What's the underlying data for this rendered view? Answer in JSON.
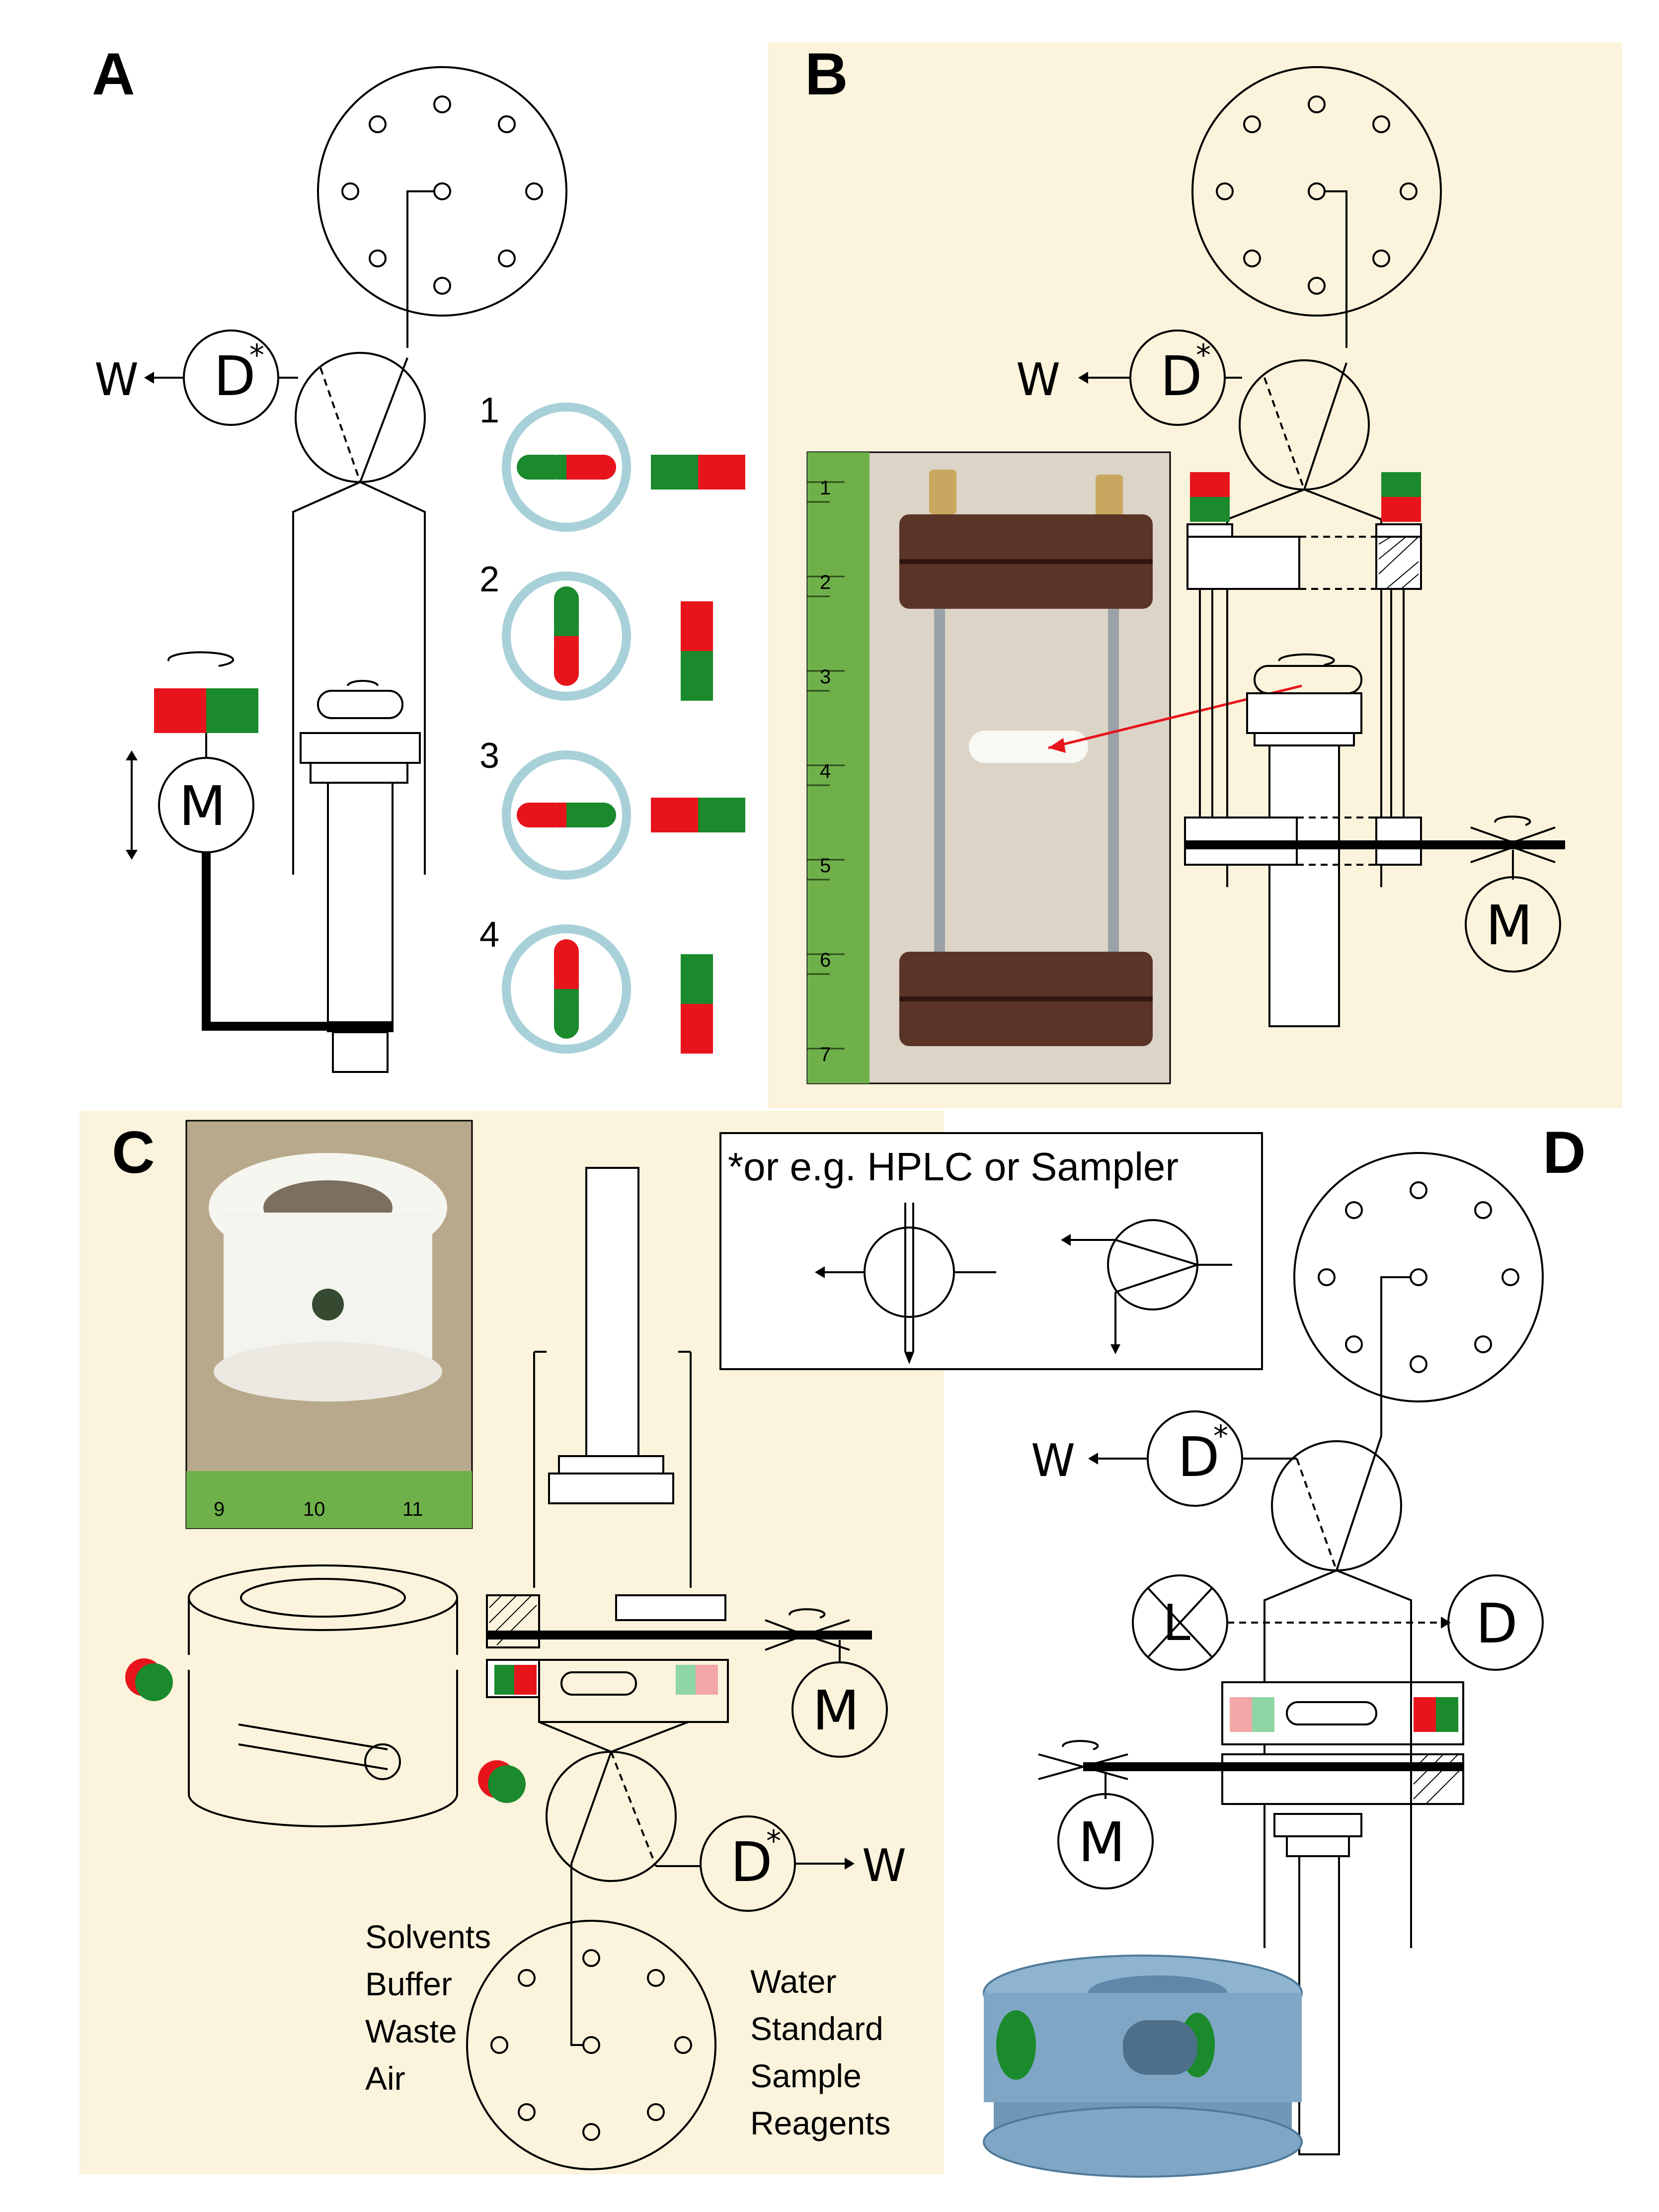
{
  "panels": {
    "a": {
      "letter": "A"
    },
    "b": {
      "letter": "B"
    },
    "c": {
      "letter": "C"
    },
    "d": {
      "letter": "D"
    }
  },
  "labels": {
    "waste": "W",
    "detector": "D",
    "asterisk": "*",
    "motor": "M",
    "light_source": "L",
    "detector_plain": "D"
  },
  "steps": [
    "1",
    "2",
    "3",
    "4"
  ],
  "inset": {
    "title": "*or e.g. HPLC or Sampler"
  },
  "ports_left": [
    "Solvents",
    "Buffer",
    "Waste",
    "Air"
  ],
  "ports_right": [
    "Water",
    "Standard",
    "Sample",
    "Reagents"
  ],
  "ruler_b": [
    "1",
    "2",
    "3",
    "4",
    "5",
    "6",
    "7"
  ],
  "ruler_c": [
    "9",
    "10",
    "11"
  ],
  "colors": {
    "background_beige": "#fbf3dc",
    "magnet_red": "#e8141c",
    "magnet_green": "#1a8a2c",
    "ring_blue": "#a8d0d8",
    "ruler_green": "#6fb04a",
    "housing_blue": "#7fa6c4"
  }
}
